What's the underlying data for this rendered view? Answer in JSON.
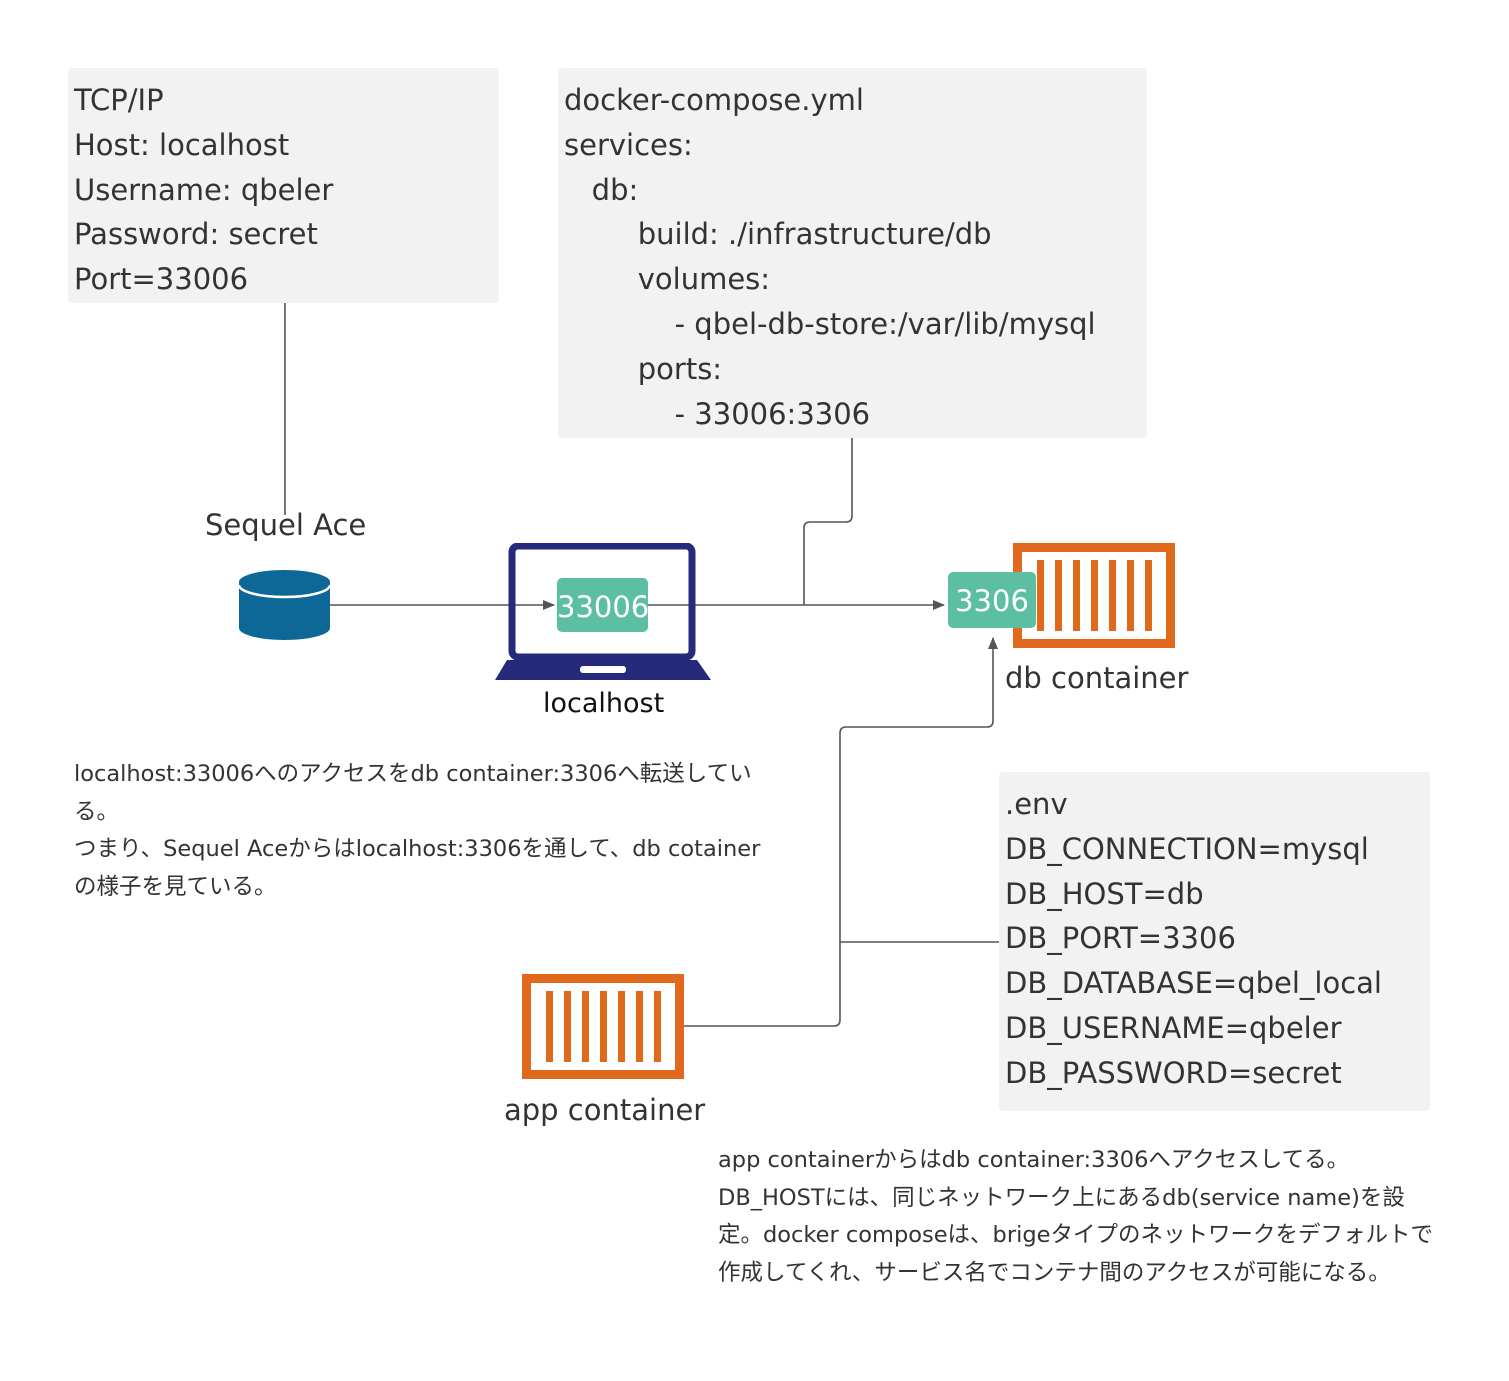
{
  "tcp_note": {
    "lines": [
      "TCP/IP",
      "Host: localhost",
      "Username: qbeler",
      "Password: secret",
      "Port=33006"
    ]
  },
  "compose_note": {
    "lines": [
      "docker-compose.yml",
      "services:",
      "   db:",
      "        build: ./infrastructure/db",
      "        volumes:",
      "            - qbel-db-store:/var/lib/mysql",
      "        ports:",
      "            - 33006:3306"
    ]
  },
  "env_note": {
    "lines": [
      ".env",
      "DB_CONNECTION=mysql",
      "DB_HOST=db",
      "DB_PORT=3306",
      "DB_DATABASE=qbel_local",
      "DB_USERNAME=qbeler",
      "DB_PASSWORD=secret"
    ]
  },
  "nodes": {
    "sequel_ace": "Sequel Ace",
    "localhost": "localhost",
    "db_container": "db container",
    "app_container": "app container"
  },
  "ports": {
    "host_port": "33006",
    "container_port": "3306"
  },
  "explanations": {
    "forwarding": "localhost:33006へのアクセスをdb container:3306へ転送している。\nつまり、Sequel Aceからはlocalhost:3306を通して、db cotainerの様子を見ている。",
    "networking": "app containerからはdb container:3306へアクセスしてる。\nDB_HOSTには、同じネットワーク上にあるdb(service name)を設定。docker composeは、brigeタイプのネットワークをデフォルトで作成してくれ、サービス名でコンテナ間のアクセスが可能になる。"
  },
  "colors": {
    "database": "#0d6797",
    "laptop": "#262a7a",
    "container": "#e0691e",
    "port_badge": "#5cbfa3",
    "note_bg": "#f2f2f2",
    "connector": "#555555"
  }
}
